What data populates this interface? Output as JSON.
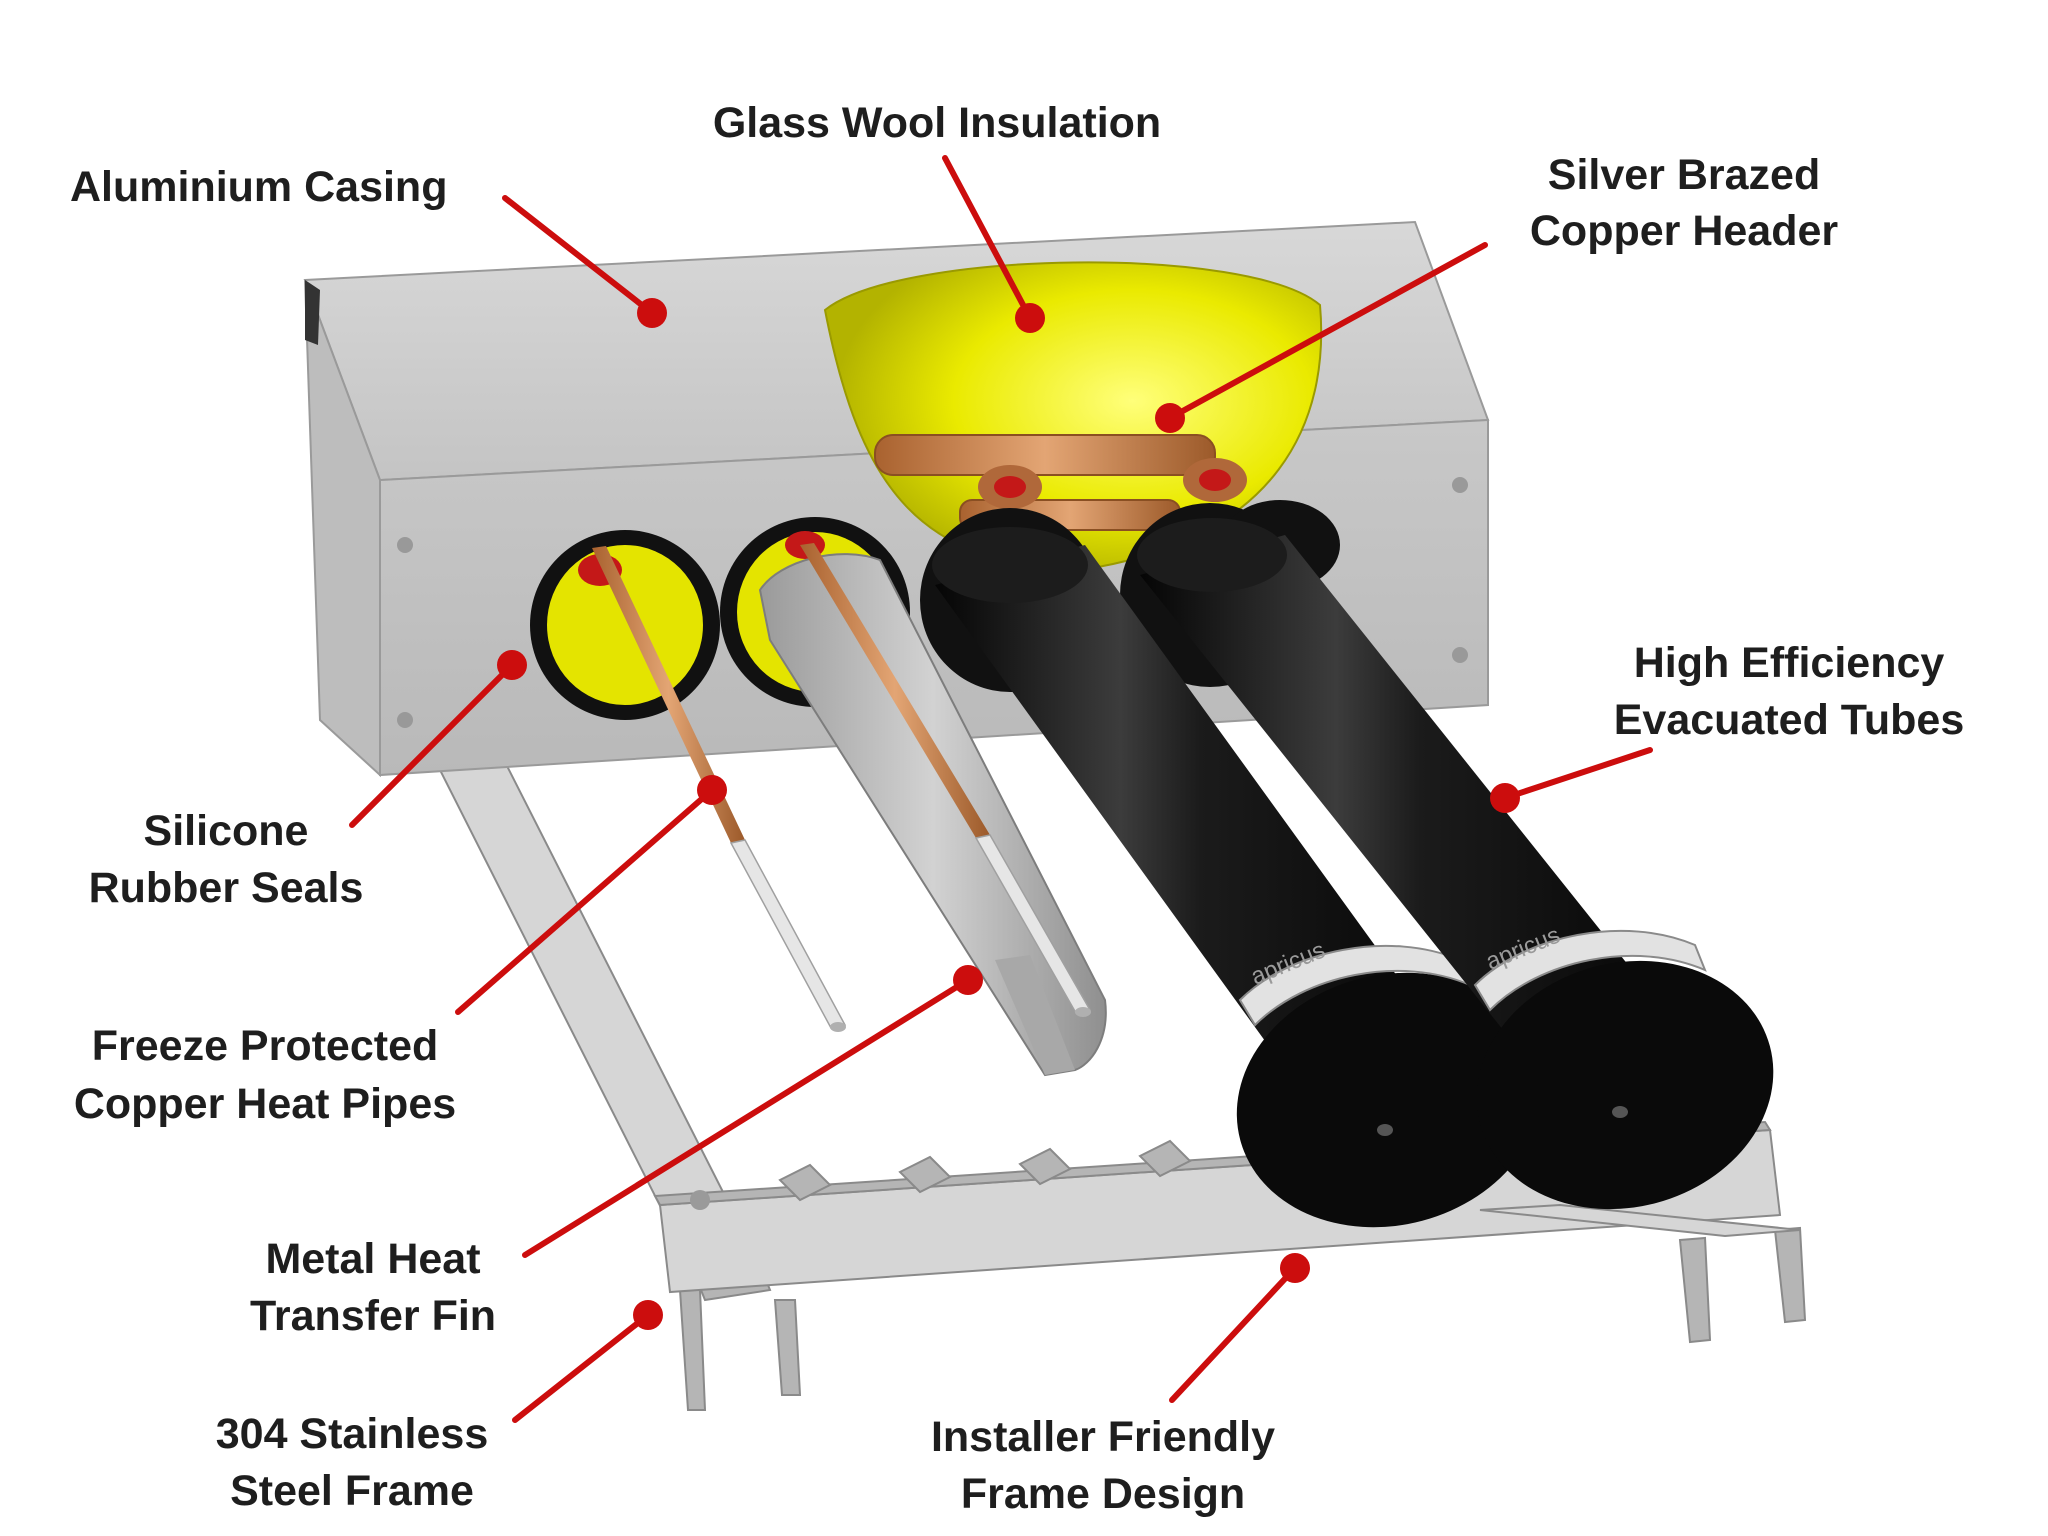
{
  "labels": {
    "aluminium_casing": "Aluminium Casing",
    "glass_wool_insulation": "Glass Wool Insulation",
    "copper_header_line1": "Silver Brazed",
    "copper_header_line2": "Copper Header",
    "evacuated_tubes_line1": "High Efficiency",
    "evacuated_tubes_line2": "Evacuated Tubes",
    "rubber_seals_line1": "Silicone",
    "rubber_seals_line2": "Rubber Seals",
    "heat_pipes_line1": "Freeze Protected",
    "heat_pipes_line2": "Copper Heat Pipes",
    "transfer_fin_line1": "Metal Heat",
    "transfer_fin_line2": "Transfer Fin",
    "steel_frame_line1": "304 Stainless",
    "steel_frame_line2": "Steel Frame",
    "frame_design_line1": "Installer Friendly",
    "frame_design_line2": "Frame Design"
  },
  "tube_brand": "apricus",
  "colors": {
    "leader": "#cc0d0d",
    "casing": "#cfcfcf",
    "insulation": "#e8e800",
    "copper": "#c9834f",
    "tube": "#111111",
    "frame": "#d6d6d6"
  }
}
